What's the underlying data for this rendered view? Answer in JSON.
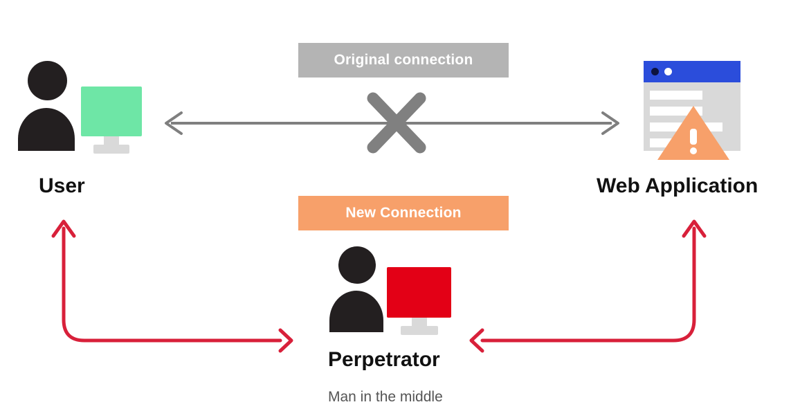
{
  "diagram": {
    "title_hidden": "",
    "colors": {
      "gray_banner": "#b4b4b4",
      "orange_banner": "#f7a06a",
      "red_arrow": "#d8203a",
      "gray_arrow": "#7f7f7f",
      "user_monitor_green": "#6ee6a6",
      "perpetrator_monitor_red": "#e30016",
      "browser_blue": "#2b4ddb",
      "person_black": "#231f20"
    },
    "nodes": {
      "user": {
        "label": "User",
        "icon": "user-with-monitor-icon"
      },
      "web_application": {
        "label": "Web Application",
        "icon": "browser-window-warning-icon"
      },
      "perpetrator": {
        "label": "Perpetrator",
        "sublabel": "Man in the middle",
        "icon": "attacker-with-monitor-icon"
      }
    },
    "connections": {
      "original": {
        "label": "Original connection",
        "state": "blocked",
        "blocked_marker": "x-cross-icon",
        "arrow": "double-headed-horizontal-arrow"
      },
      "new": {
        "label": "New Connection",
        "state": "active",
        "left_arrow": "user-to-perpetrator-elbow-arrow",
        "right_arrow": "webapp-to-perpetrator-elbow-arrow"
      }
    }
  }
}
